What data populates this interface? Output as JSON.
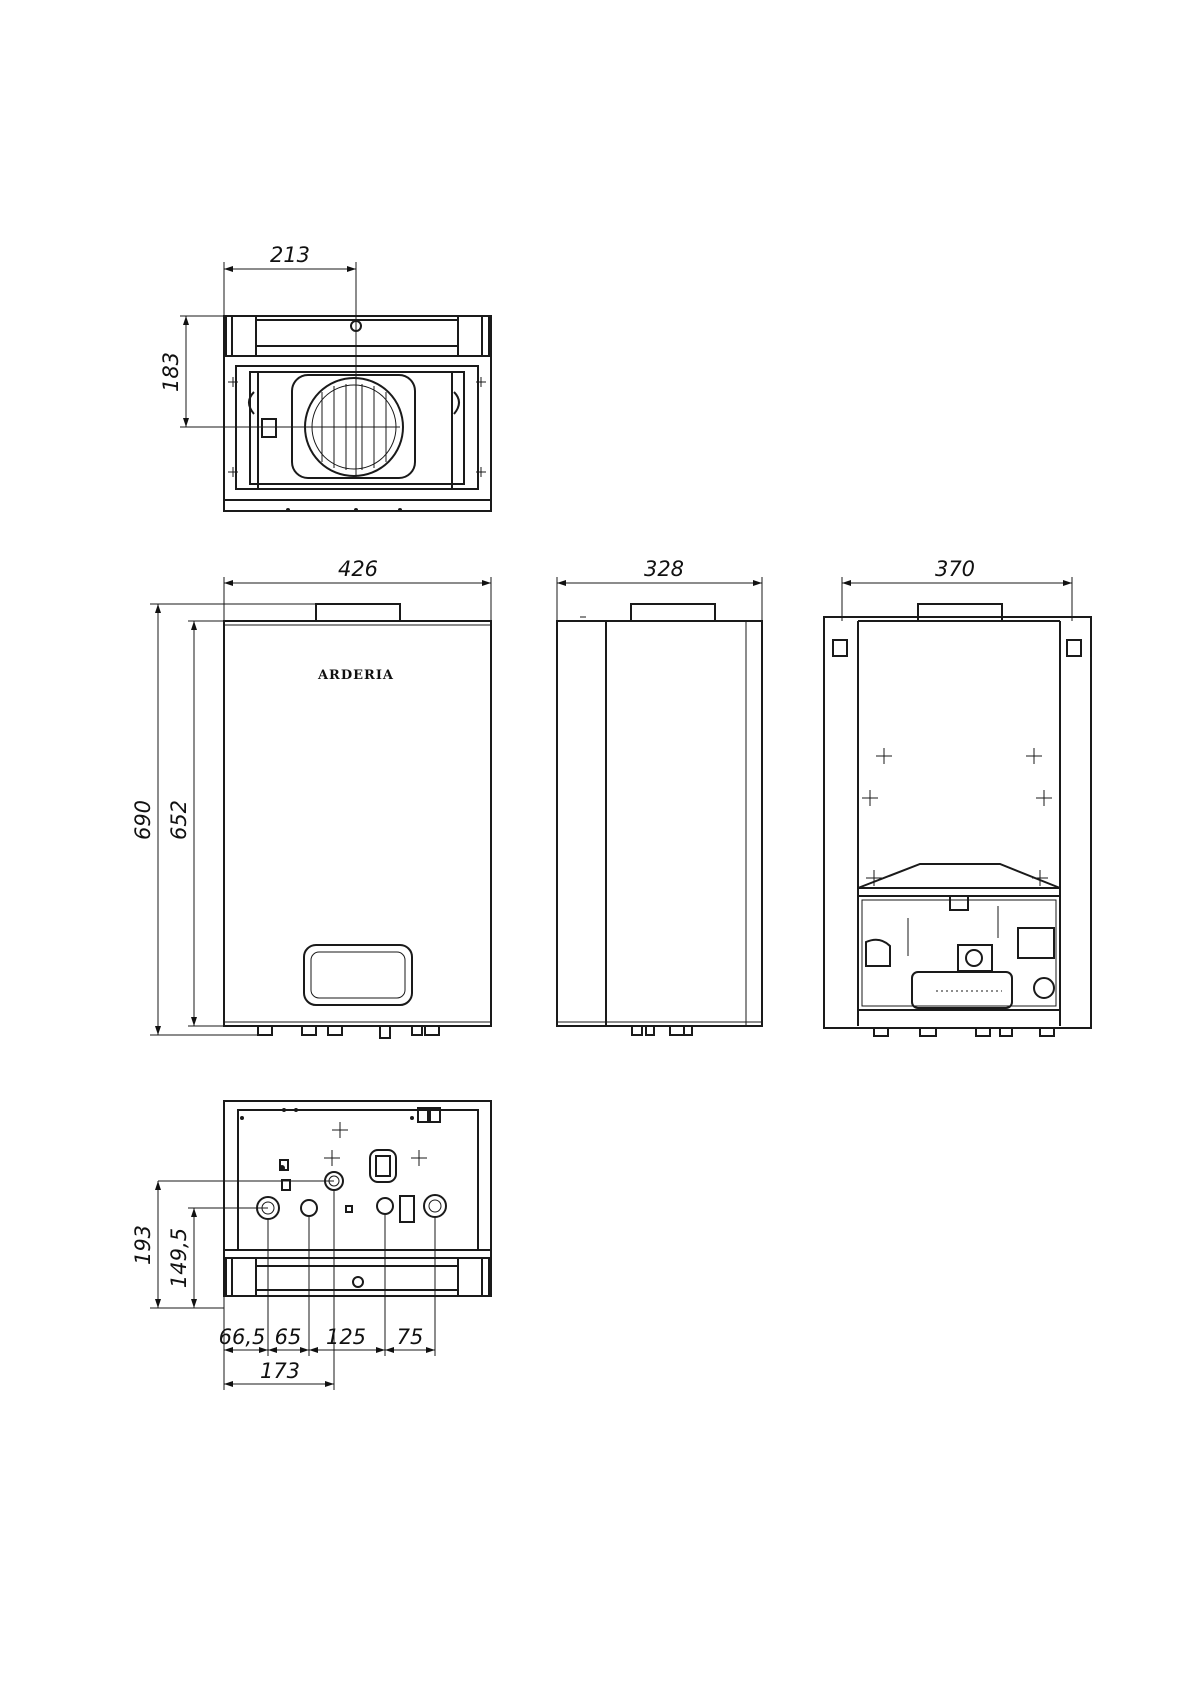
{
  "brand": "ARDERIA",
  "dimensions": {
    "top_offset": "213",
    "top_depth": "183",
    "front_width": "426",
    "side_depth": "328",
    "back_width": "370",
    "overall_height": "690",
    "body_height": "652",
    "bottom_depth": "193",
    "bottom_depth_2": "149,5",
    "pipe_1": "66,5",
    "pipe_2": "65",
    "pipe_3": "125",
    "pipe_4": "75",
    "pipe_total": "173"
  }
}
